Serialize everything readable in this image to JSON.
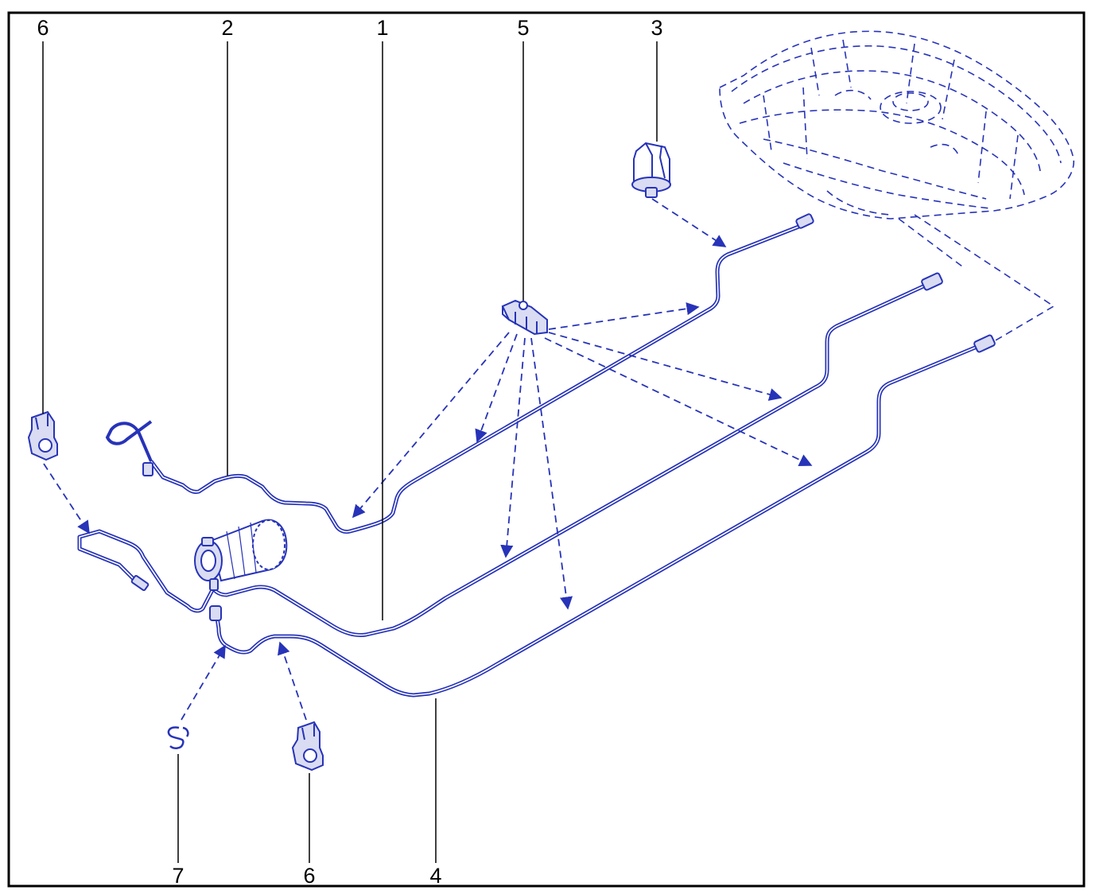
{
  "colors": {
    "line": "#2733b8",
    "fill_light": "#d9dcf2",
    "frame": "#000000",
    "callout_text": "#000000",
    "background": "#ffffff"
  },
  "callouts": [
    {
      "id": "label-6-top",
      "text": "6"
    },
    {
      "id": "label-2",
      "text": "2"
    },
    {
      "id": "label-1",
      "text": "1"
    },
    {
      "id": "label-5",
      "text": "5"
    },
    {
      "id": "label-3",
      "text": "3"
    },
    {
      "id": "label-7",
      "text": "7"
    },
    {
      "id": "label-6-bottom",
      "text": "6"
    },
    {
      "id": "label-4",
      "text": "4"
    }
  ]
}
